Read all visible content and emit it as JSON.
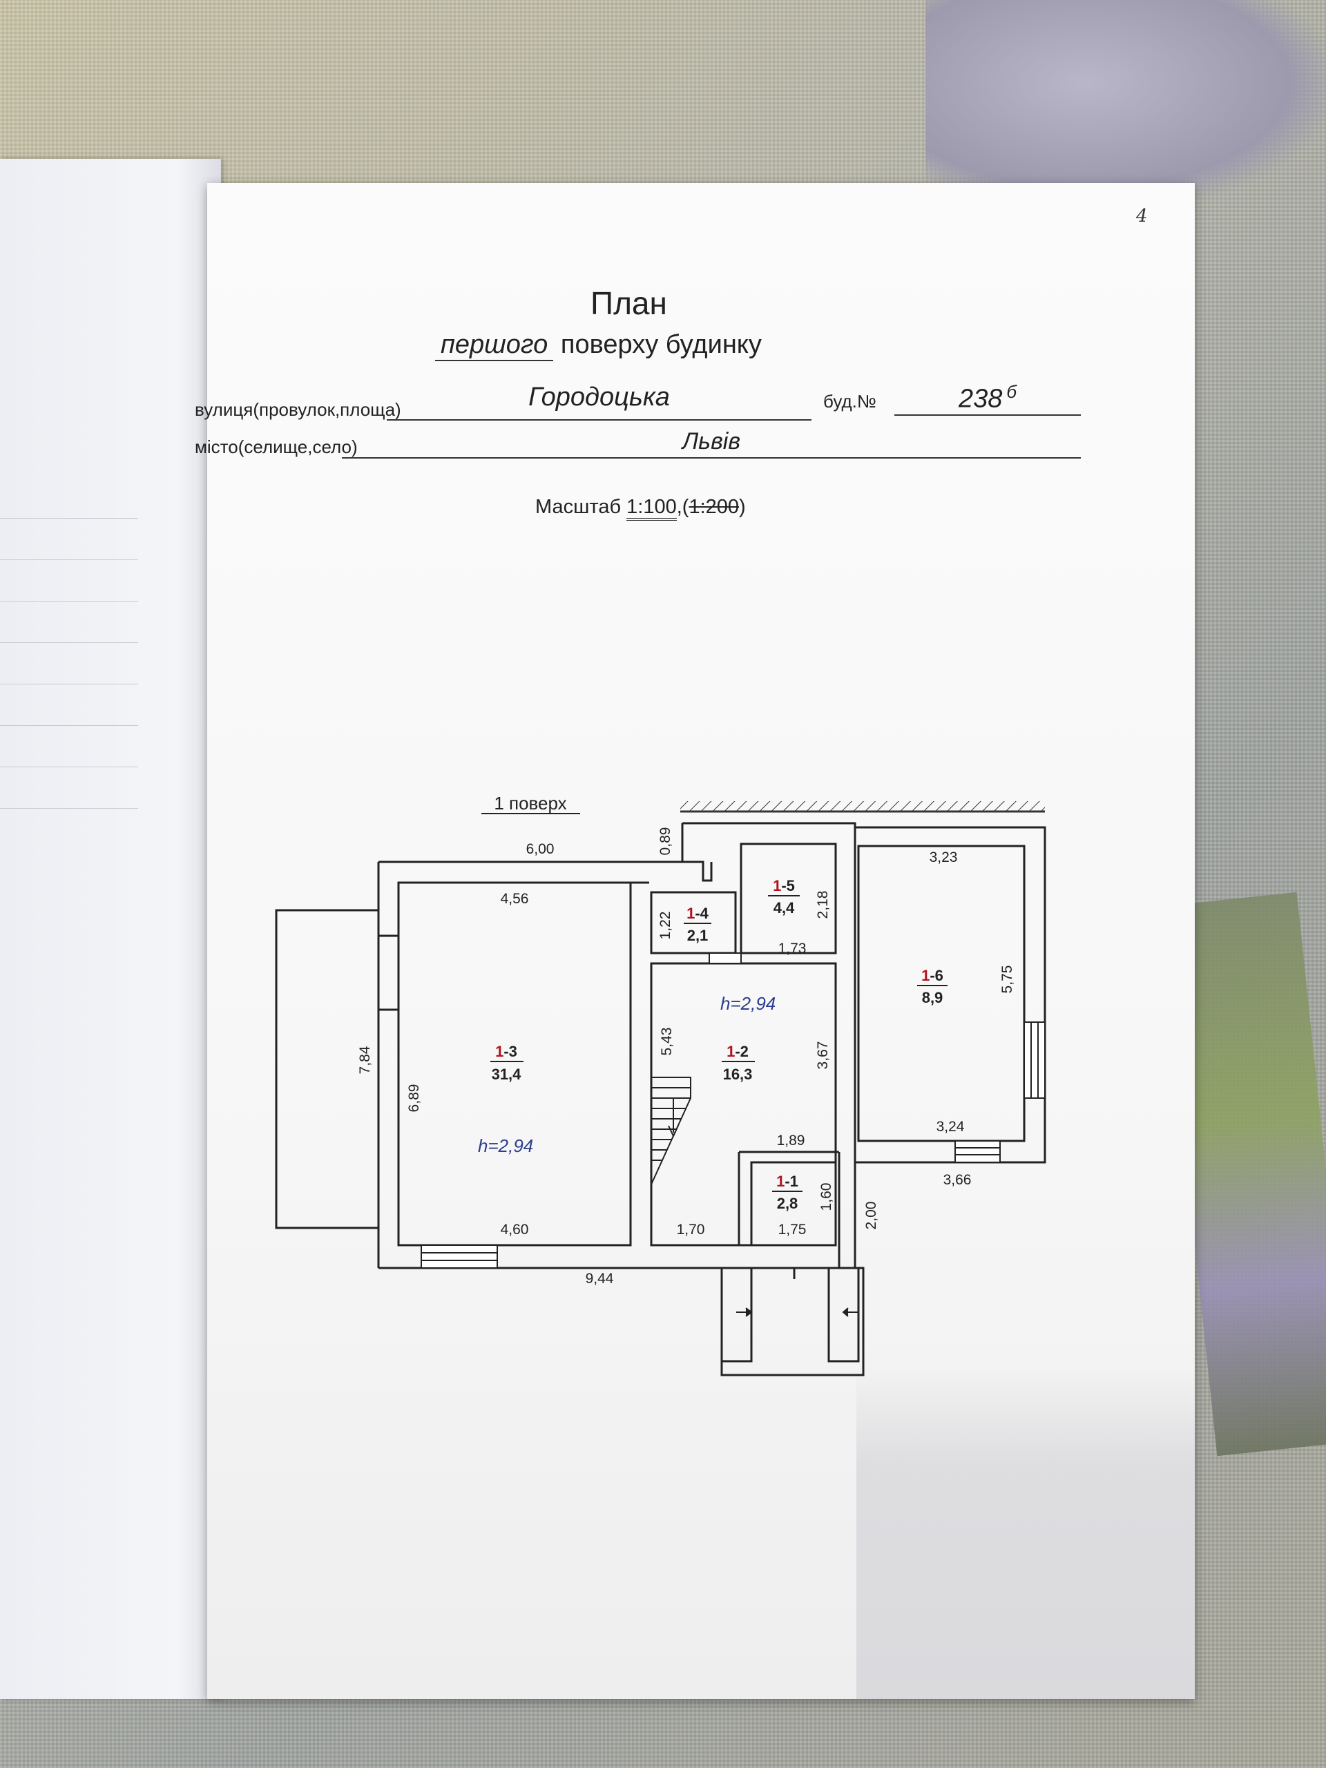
{
  "document": {
    "page_number": "4",
    "title": "План",
    "floor_word": "першого",
    "subtitle_rest": "поверху будинку",
    "street_label": "вулиця(провулок,площа)",
    "street_value": "Городоцька",
    "building_label": "буд.№",
    "building_value": "238",
    "building_suffix": "б",
    "city_label": "місто(селище,село)",
    "city_value": "Львів",
    "scale_label": "Масштаб",
    "scale_value": "1:100",
    "scale_struck": "1:200",
    "floor_label": "1 поверх"
  },
  "plan": {
    "rooms": [
      {
        "id": "1-1",
        "area": "2,8"
      },
      {
        "id": "1-2",
        "area": "16,3"
      },
      {
        "id": "1-3",
        "area": "31,4"
      },
      {
        "id": "1-4",
        "area": "2,1"
      },
      {
        "id": "1-5",
        "area": "4,4"
      },
      {
        "id": "1-6",
        "area": "8,9"
      }
    ],
    "heights": [
      "h=2,94",
      "h=2,94"
    ],
    "dimensions": {
      "outer_top": "6,00",
      "step": "0,89",
      "r3_top": "4,56",
      "r3_bottom": "4,60",
      "r3_side": "6,89",
      "left_outer": "7,84",
      "bottom_total": "9,44",
      "r4_side": "1,22",
      "r5_side": "2,18",
      "r5_bottom": "1,73",
      "r2_left": "5,43",
      "r2_right": "3,67",
      "r2_mid": "1,89",
      "r2_bottom": "1,70",
      "r1_side": "1,60",
      "r1_bottom": "1,75",
      "porch": "2,00",
      "r6_top": "3,23",
      "r6_side": "5,75",
      "r6_bottom": "3,24",
      "r6_outer_bottom": "3,66"
    }
  },
  "colors": {
    "ink": "#222222",
    "red_ink": "#b0141e",
    "blue_ink": "#2b3e8f"
  }
}
